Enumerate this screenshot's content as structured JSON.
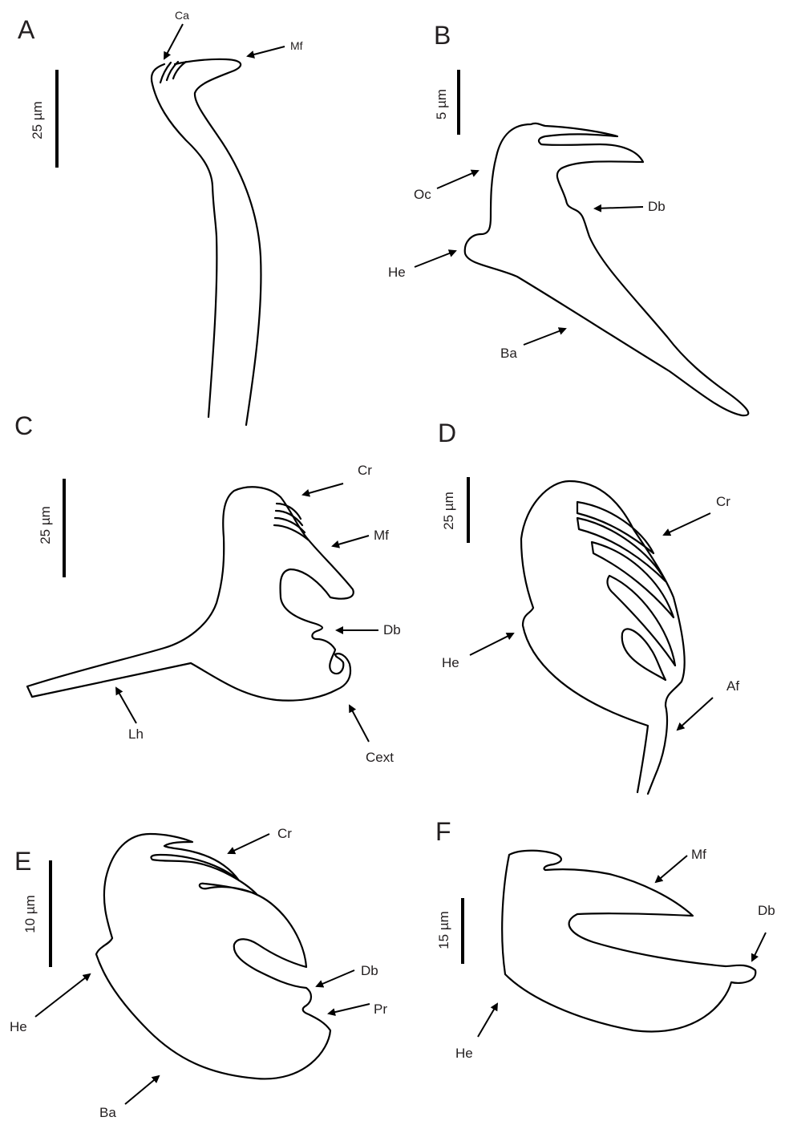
{
  "panels": {
    "A": {
      "letter": "A",
      "scale": "25 µm",
      "labels": {
        "ca": "Ca",
        "mf": "Mf"
      }
    },
    "B": {
      "letter": "B",
      "scale": "5 µm",
      "labels": {
        "oc": "Oc",
        "db": "Db",
        "he": "He",
        "ba": "Ba"
      }
    },
    "C": {
      "letter": "C",
      "scale": "25 µm",
      "labels": {
        "cr": "Cr",
        "mf": "Mf",
        "db": "Db",
        "lh": "Lh",
        "cext": "Cext"
      }
    },
    "D": {
      "letter": "D",
      "scale": "25 µm",
      "labels": {
        "cr": "Cr",
        "he": "He",
        "af": "Af"
      }
    },
    "E": {
      "letter": "E",
      "scale": "10 µm",
      "labels": {
        "cr": "Cr",
        "db": "Db",
        "pr": "Pr",
        "he": "He",
        "ba": "Ba"
      }
    },
    "F": {
      "letter": "F",
      "scale": "15 µm",
      "labels": {
        "mf": "Mf",
        "db": "Db",
        "he": "He"
      }
    }
  }
}
